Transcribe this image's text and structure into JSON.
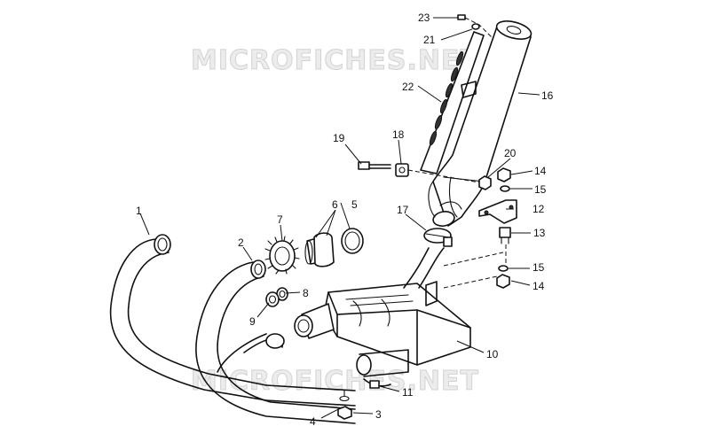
{
  "watermark": {
    "top": "MICROFICHES.NET",
    "bottom": "MICROFICHES.NET"
  },
  "callouts": {
    "c1": "1",
    "c2": "2",
    "c3": "3",
    "c4": "4",
    "c5": "5",
    "c6": "6",
    "c7": "7",
    "c8": "8",
    "c9": "9",
    "c10": "10",
    "c11": "11",
    "c12": "12",
    "c13": "13",
    "c14a": "14",
    "c14b": "14",
    "c15a": "15",
    "c15b": "15",
    "c16": "16",
    "c17": "17",
    "c18": "18",
    "c19": "19",
    "c20": "20",
    "c21": "21",
    "c22": "22",
    "c23": "23"
  }
}
